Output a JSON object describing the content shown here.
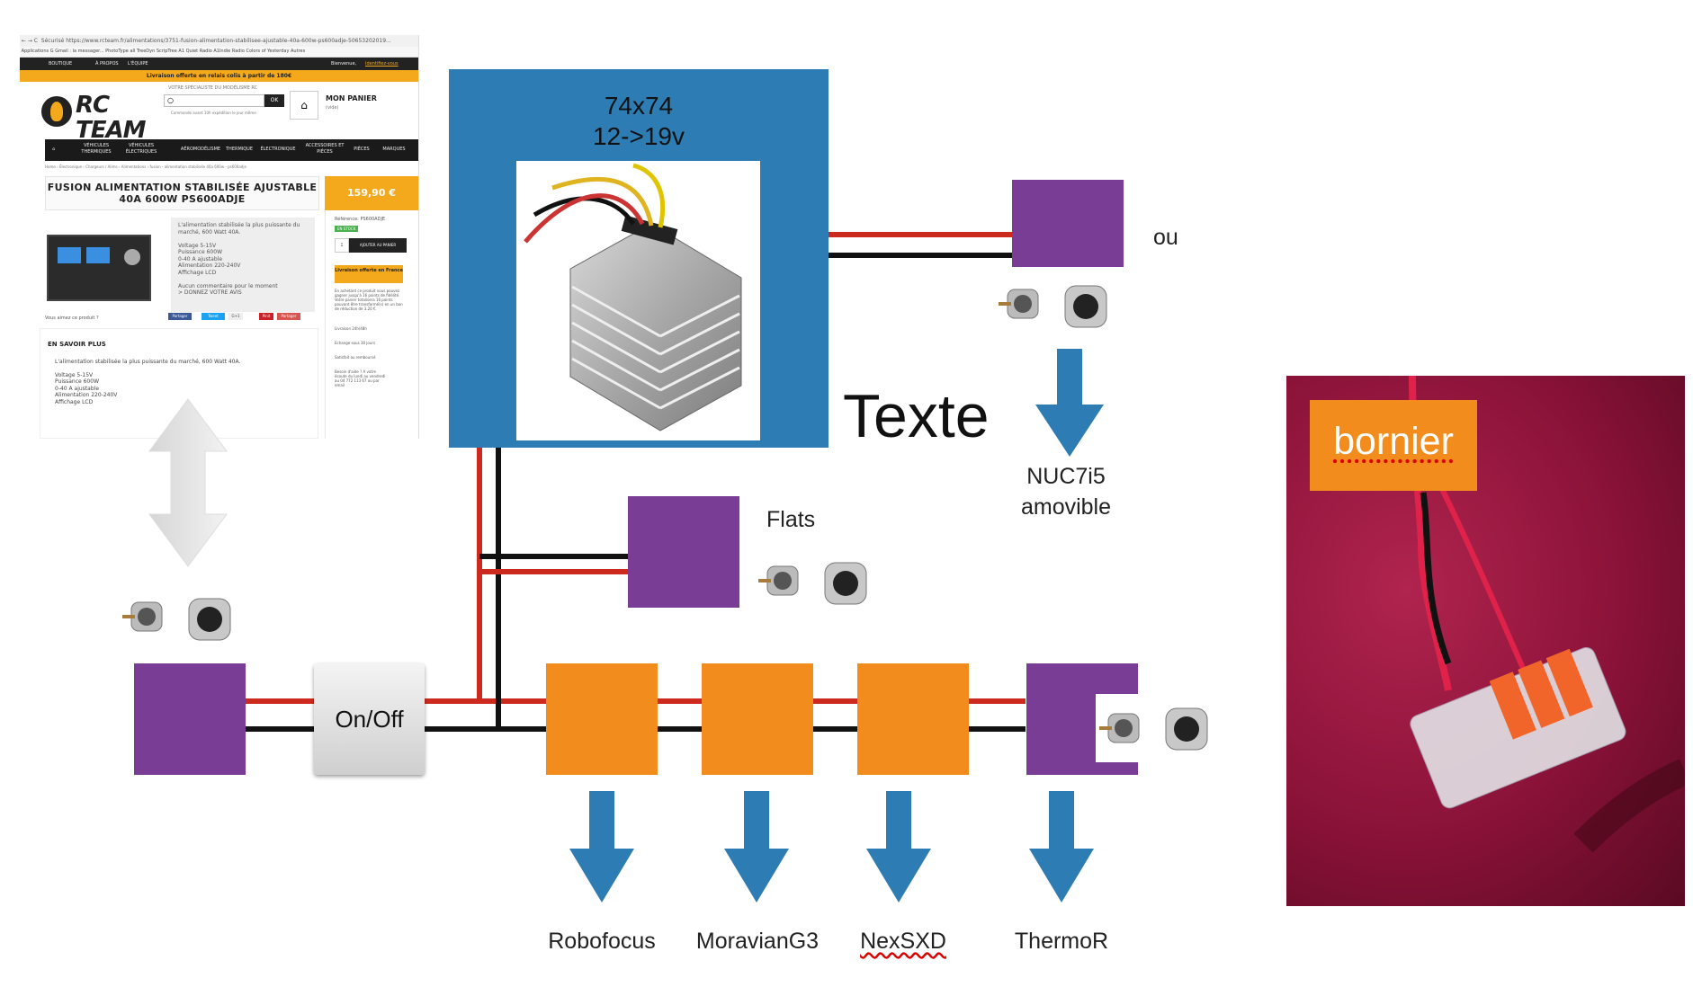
{
  "screenshot": {
    "url": "Sécurisé  https://www.rcteam.fr/alimentations/3751-fusion-alimentation-stabilisee-ajustable-40a-600w-ps600adje-50653202019...",
    "bookmarks": "Applications  G Gmail : la messager...  PhotoType  all  TreeDyn  ScripTree  A1 Quiet Radio  A1Indie Radio  Colors of Yesterday  Autres",
    "topnav": [
      "BOUTIQUE",
      "À PROPOS",
      "L'ÉQUIPE"
    ],
    "welcome": "Bienvenue,",
    "login": "Identifiez-vous",
    "banner": "Livraison offerte en relais colis à partir de 180€",
    "tagline": "VOTRE SPÉCIALISTE DU MODÉLISME RC",
    "search_button": "OK",
    "search_hint": "Commande avant 10h expédition le jour même",
    "cart_title": "MON PANIER",
    "cart_sub": "(vide)",
    "logo": "RC TEAM",
    "menu": [
      "VÉHICULES THERMIQUES",
      "VÉHICULES ÉLECTRIQUES",
      "AÉROMODÉLISME",
      "THERMIQUE",
      "ÉLECTRONIQUE",
      "ACCESSOIRES ET PIÈCES",
      "PIÈCES",
      "MARQUES"
    ],
    "breadcrumb": "Home › Électronique › Chargeurs / Alims › Alimentations › fusion - alimentation stabilisée 40a 600w - ps600adje",
    "product_title": "FUSION ALIMENTATION STABILISÉE AJUSTABLE 40A 600W PS600ADJE",
    "price": "159,90 €",
    "description": "L'alimentation stabilisée la plus puissante du marché, 600 Watt 40A.\n\nVoltage 5-15V\nPuissance 600W\n0-40 A ajustable\nAlimentation 220-240V\nAffichage LCD\n\nAucun commentaire pour le moment\n> DONNEZ VOTRE AVIS",
    "reference": "Référence: PS600ADJE",
    "stock": "EN STOCK",
    "qty": "1",
    "add_cart": "AJOUTER AU PANIER",
    "free_delivery": "Livraison offerte en France",
    "loyalty": "En achetant ce produit vous pouvez gagner jusqu'à 16 points de fidélité. Votre panier totalisera 16 points pouvant être transformé(s) en un bon de réduction de 3.20 €.",
    "services": [
      "Livraison 24h/48h",
      "Echange sous 30 jours",
      "Satisfait ou remboursé",
      "Besoin d'aide ? A votre écoute du lundi au vendredi au 04 772 113 67 ou par email"
    ],
    "like": "Vous aimez ce produit ?",
    "share": [
      "Partager",
      "Tweet",
      "G+1",
      "Pinit",
      "Partager"
    ],
    "more_title": "EN SAVOIR PLUS",
    "more_text": "L'alimentation stabilisée la plus puissante du marché, 600 Watt 40A.\n\nVoltage 5-15V\nPuissance 600W\n0-40 A ajustable\nAlimentation 220-240V\nAffichage LCD"
  },
  "converter": {
    "line1": "74x74",
    "line2": "12->19v"
  },
  "texte": "Texte",
  "ou": "ou",
  "nuc": {
    "line1": "NUC7i5",
    "line2": "amovible"
  },
  "flats": "Flats",
  "switch": "On/Off",
  "devices": [
    "Robofocus",
    "MoravianG3",
    "NexSXD",
    "ThermoR"
  ],
  "bornier": "bornier",
  "colors": {
    "blue": "#2e7cb4",
    "purple": "#7a3d96",
    "orange": "#f28c1c",
    "red": "#cc2a1e",
    "black": "#111111",
    "arrow_blue": "#2e7cb4"
  },
  "icons": [
    "double-arrow-icon",
    "connector-pair-icon",
    "down-arrow-icon",
    "cart-icon",
    "home-icon",
    "search-icon"
  ]
}
